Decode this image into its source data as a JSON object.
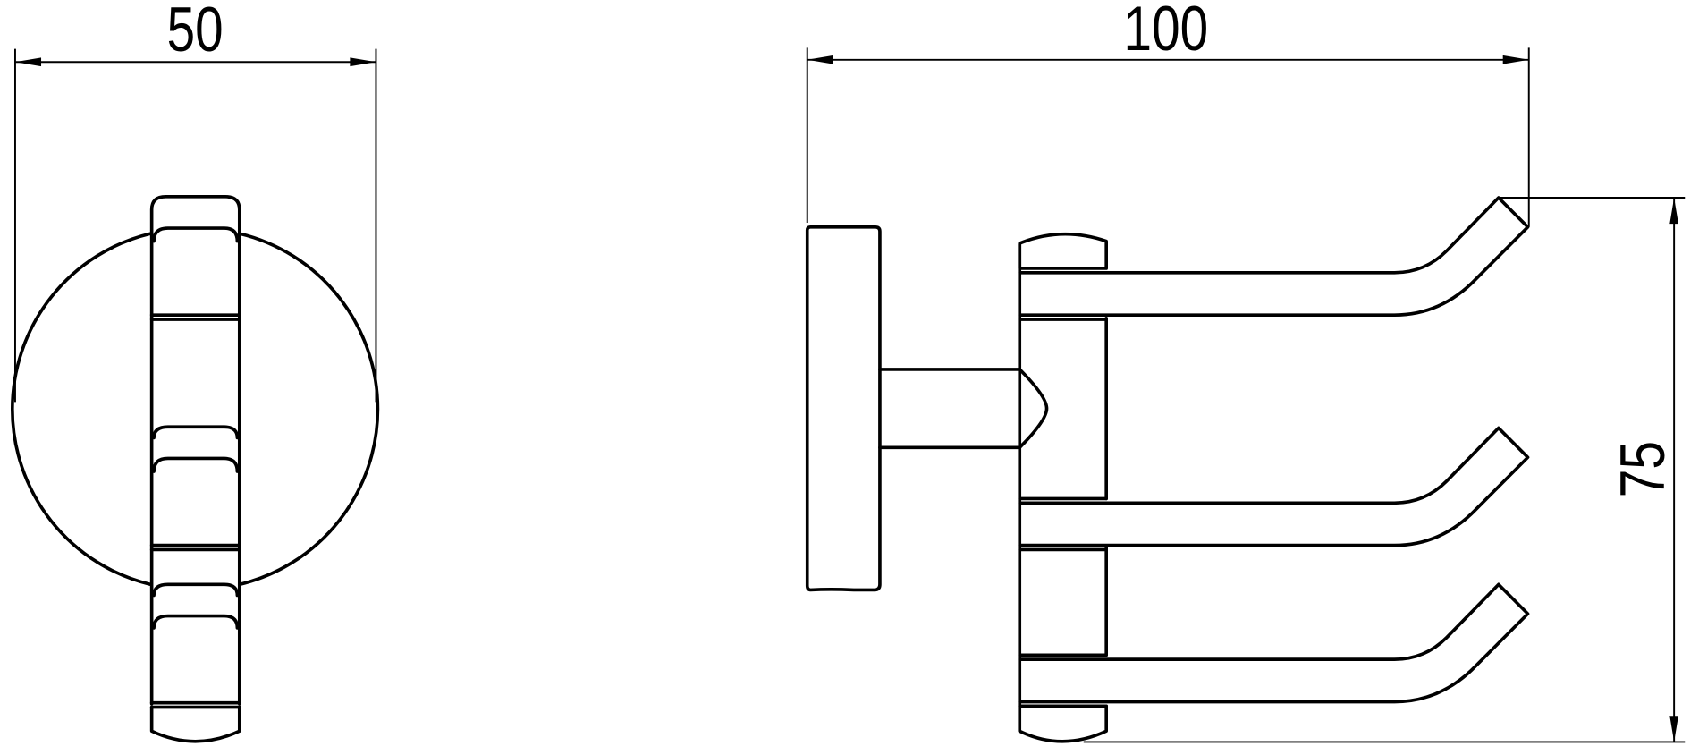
{
  "dimensions": {
    "width_front": "50",
    "width_side": "100",
    "height_side": "75"
  },
  "colors": {
    "line": "#000000",
    "background": "#ffffff"
  }
}
